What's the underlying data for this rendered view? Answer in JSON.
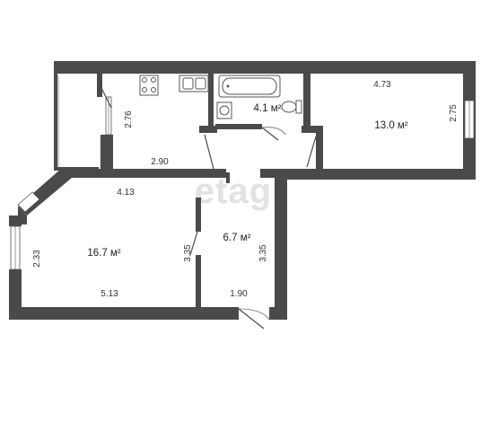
{
  "watermark": "etagi",
  "rooms": {
    "kitchen": {
      "area": "",
      "dims": [
        "2.76",
        "2.90"
      ]
    },
    "bathroom": {
      "area": "4.1 м²",
      "dims": []
    },
    "bedroom": {
      "area": "13.0 м²",
      "dims": [
        "4.73",
        "2.75"
      ]
    },
    "living": {
      "area": "16.7 м²",
      "dims": [
        "4.13",
        "2.33",
        "3.35",
        "5.13"
      ]
    },
    "hall": {
      "area": "6.7 м²",
      "dims": [
        "3.35",
        "1.90"
      ]
    }
  },
  "colors": {
    "wall": "#4a4a4a",
    "watermark": "#e2e2e2"
  }
}
